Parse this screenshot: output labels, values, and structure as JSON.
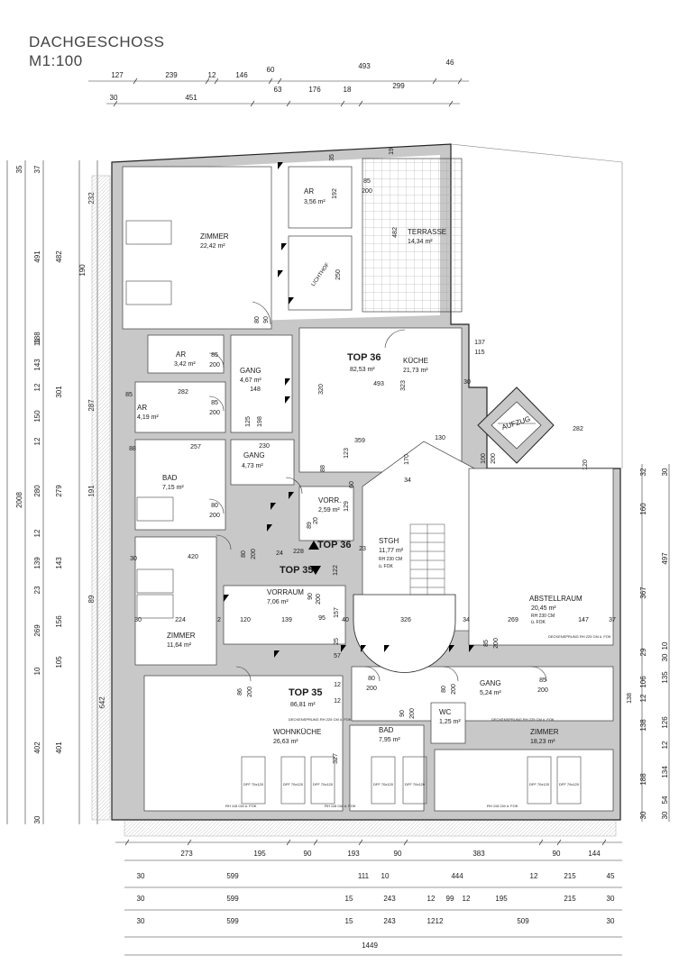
{
  "header": {
    "title": "DACHGESCHOSS",
    "scale": "M1:100"
  },
  "units": [
    {
      "label": "TOP 36",
      "area": "82,53 m²"
    },
    {
      "label": "TOP 35",
      "area": "86,81 m²"
    }
  ],
  "rooms": [
    {
      "id": "zimmer1",
      "name": "ZIMMER",
      "area": "22,42 m²"
    },
    {
      "id": "ar1",
      "name": "AR",
      "area": "3,56 m²"
    },
    {
      "id": "terrasse",
      "name": "TERRASSE",
      "area": "14,34 m²"
    },
    {
      "id": "lichthof",
      "name": "LICHTHOF",
      "area": ""
    },
    {
      "id": "ar2",
      "name": "AR",
      "area": "3,42 m²"
    },
    {
      "id": "gang1",
      "name": "GANG",
      "area": "4,67 m²"
    },
    {
      "id": "kueche",
      "name": "KÜCHE",
      "area": "21,73 m²"
    },
    {
      "id": "ar3",
      "name": "AR",
      "area": "4,19 m²"
    },
    {
      "id": "aufzug",
      "name": "AUFZUG",
      "area": ""
    },
    {
      "id": "bad1",
      "name": "BAD",
      "area": "7,15 m²"
    },
    {
      "id": "gang2",
      "name": "GANG",
      "area": "4,73 m²"
    },
    {
      "id": "vorr",
      "name": "VORR.",
      "area": "2,59 m²"
    },
    {
      "id": "stgh",
      "name": "STGH",
      "area": "11,77 m²",
      "note1": "RH 230 CM",
      "note2": "ü. FOK"
    },
    {
      "id": "abstellraum",
      "name": "ABSTELLRAUM",
      "area": "20,45 m²",
      "note1": "RH 230 CM",
      "note2": "ü. FOK"
    },
    {
      "id": "zimmer2",
      "name": "ZIMMER",
      "area": "11,64 m²"
    },
    {
      "id": "vorraum",
      "name": "VORRAUM",
      "area": "7,06 m²"
    },
    {
      "id": "gang3",
      "name": "GANG",
      "area": "5,24 m²"
    },
    {
      "id": "wohnkueche",
      "name": "WOHNKÜCHE",
      "area": "26,63 m²"
    },
    {
      "id": "bad2",
      "name": "BAD",
      "area": "7,95 m²"
    },
    {
      "id": "wc",
      "name": "WC",
      "area": "1,25 m²"
    },
    {
      "id": "zimmer3",
      "name": "ZIMMER",
      "area": "18,23 m²"
    }
  ],
  "dimensions": {
    "top_row1": [
      "127",
      "239",
      "12",
      "146",
      "60",
      "493",
      "46"
    ],
    "top_row2": [
      "30",
      "451",
      "63",
      "176",
      "18",
      "299"
    ],
    "left_col1": [
      "35",
      "37",
      "491",
      "188",
      "11",
      "143",
      "12",
      "150",
      "12",
      "280",
      "12",
      "139",
      "23",
      "269",
      "10",
      "402",
      "30"
    ],
    "left_col2": [
      "232",
      "482",
      "190",
      "301",
      "287",
      "279",
      "191",
      "143",
      "89",
      "156",
      "105",
      "401"
    ],
    "left_total": "2008",
    "right_col": [
      "32",
      "30",
      "160",
      "497",
      "367",
      "29",
      "10",
      "30",
      "106",
      "135",
      "12",
      "138",
      "126",
      "12",
      "188",
      "134",
      "54",
      "30",
      "30"
    ],
    "right_642": "642",
    "bottom_row1": [
      "273",
      "195",
      "90",
      "193",
      "90",
      "383",
      "90",
      "144"
    ],
    "bottom_row2": [
      "30",
      "599",
      "111",
      "10",
      "444",
      "12",
      "215",
      "45"
    ],
    "bottom_row3": [
      "30",
      "599",
      "15",
      "243",
      "12",
      "99",
      "12",
      "195",
      "215",
      "30"
    ],
    "bottom_row4": [
      "30",
      "599",
      "15",
      "243",
      "12",
      "12",
      "509",
      "30"
    ],
    "bottom_total": "1449",
    "interior": [
      "85",
      "200",
      "192",
      "482",
      "250",
      "35",
      "19",
      "80",
      "90",
      "85",
      "200",
      "148",
      "493",
      "323",
      "137",
      "115",
      "85",
      "282",
      "85",
      "200",
      "125",
      "198",
      "30",
      "320",
      "282",
      "88",
      "257",
      "230",
      "359",
      "170",
      "130",
      "100",
      "200",
      "80",
      "200",
      "88",
      "123",
      "129",
      "60",
      "34",
      "24",
      "228",
      "30",
      "420",
      "80",
      "200",
      "89",
      "20",
      "23",
      "122",
      "200",
      "90",
      "40",
      "326",
      "34",
      "269",
      "147",
      "37",
      "30",
      "224",
      "2",
      "120",
      "139",
      "95",
      "157",
      "25",
      "85",
      "200",
      "80",
      "200",
      "80",
      "200",
      "85",
      "200",
      "86",
      "200",
      "90",
      "200",
      "57",
      "12",
      "12",
      "327",
      "138",
      "120"
    ]
  },
  "labels": {
    "ceiling_note": "DECKENSPRUNG RH 225 CM ü. FOK",
    "rh_note": "RH 115 CM ü. FOK",
    "window_note": "DFF 70x120"
  }
}
